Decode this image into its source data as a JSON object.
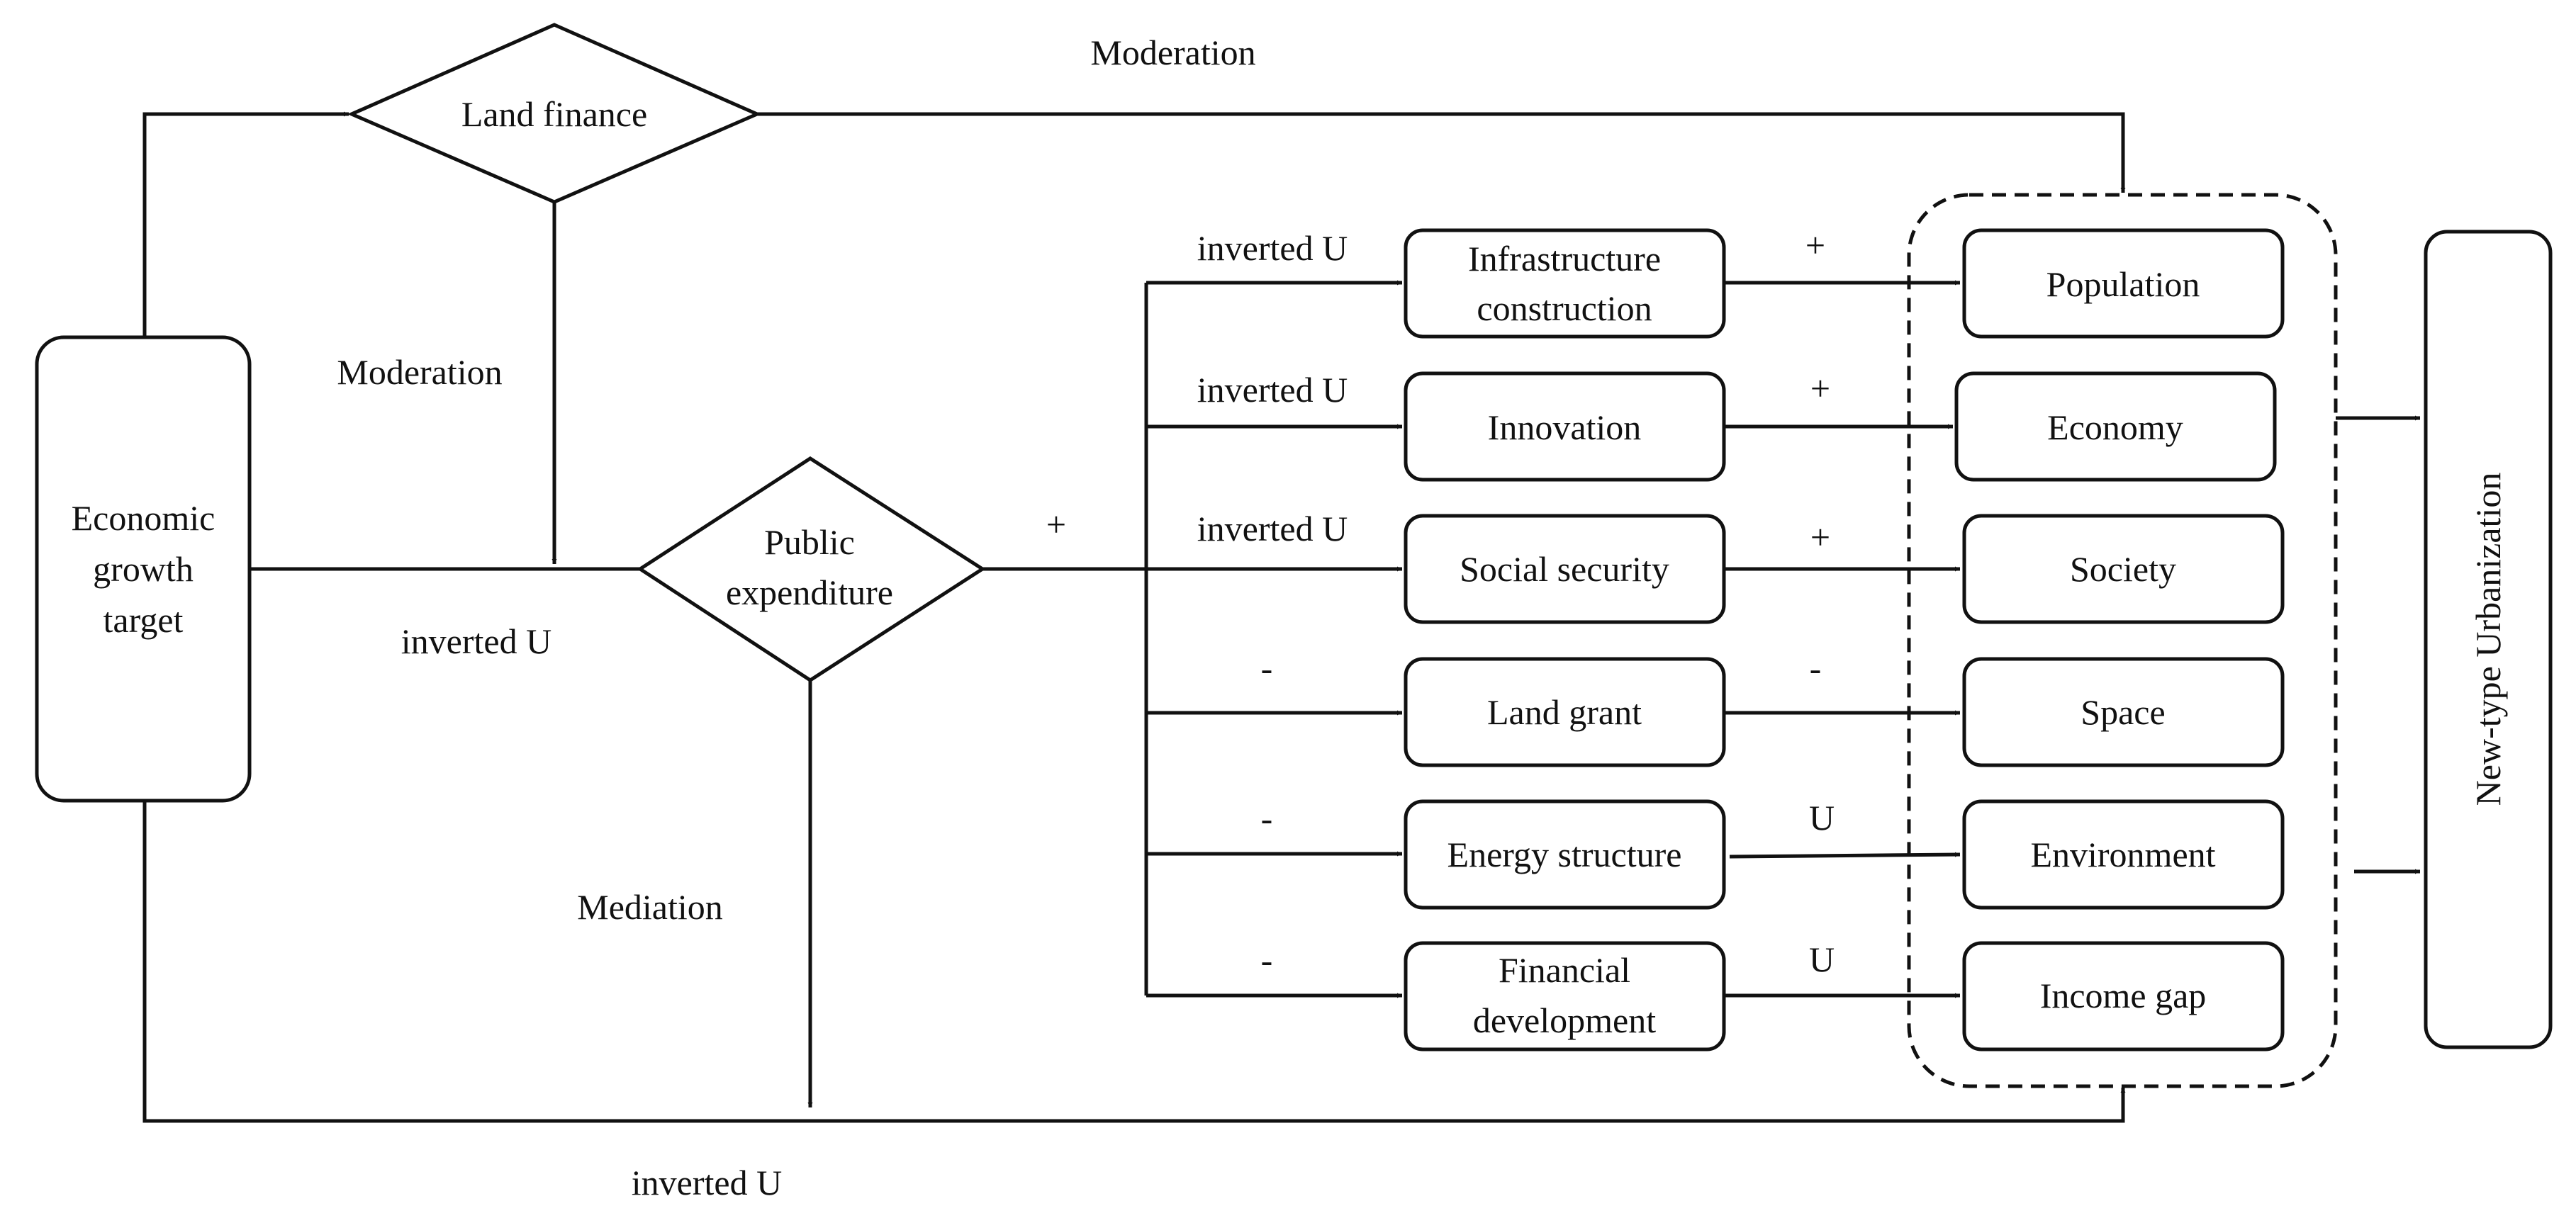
{
  "nodes": {
    "economic_growth_target": [
      "Economic",
      "growth",
      "target"
    ],
    "land_finance": "Land finance",
    "public_expenditure": [
      "Public",
      "expenditure"
    ],
    "infrastructure": [
      "Infrastructure",
      "construction"
    ],
    "innovation": "Innovation",
    "social_security": "Social security",
    "land_grant": "Land grant",
    "energy_structure": "Energy structure",
    "financial_development": [
      "Financial",
      "development"
    ],
    "population": "Population",
    "economy": "Economy",
    "society": "Society",
    "space": "Space",
    "environment": "Environment",
    "income_gap": "Income gap",
    "new_type_urbanization": "New-type Urbanization"
  },
  "edge_labels": {
    "moderation_top": "Moderation",
    "moderation_left": "Moderation",
    "inverted_u_main": "inverted U",
    "plus_public": "+",
    "mediation": "Mediation",
    "inverted_u_bottom": "inverted U",
    "infrastructure_in": "inverted U",
    "infrastructure_out": "+",
    "innovation_in": "inverted U",
    "innovation_out": "+",
    "social_security_in": "inverted U",
    "social_security_out": "+",
    "land_grant_in": "-",
    "land_grant_out": "-",
    "energy_structure_in": "-",
    "energy_structure_out": "U",
    "financial_development_in": "-",
    "financial_development_out": "U"
  }
}
